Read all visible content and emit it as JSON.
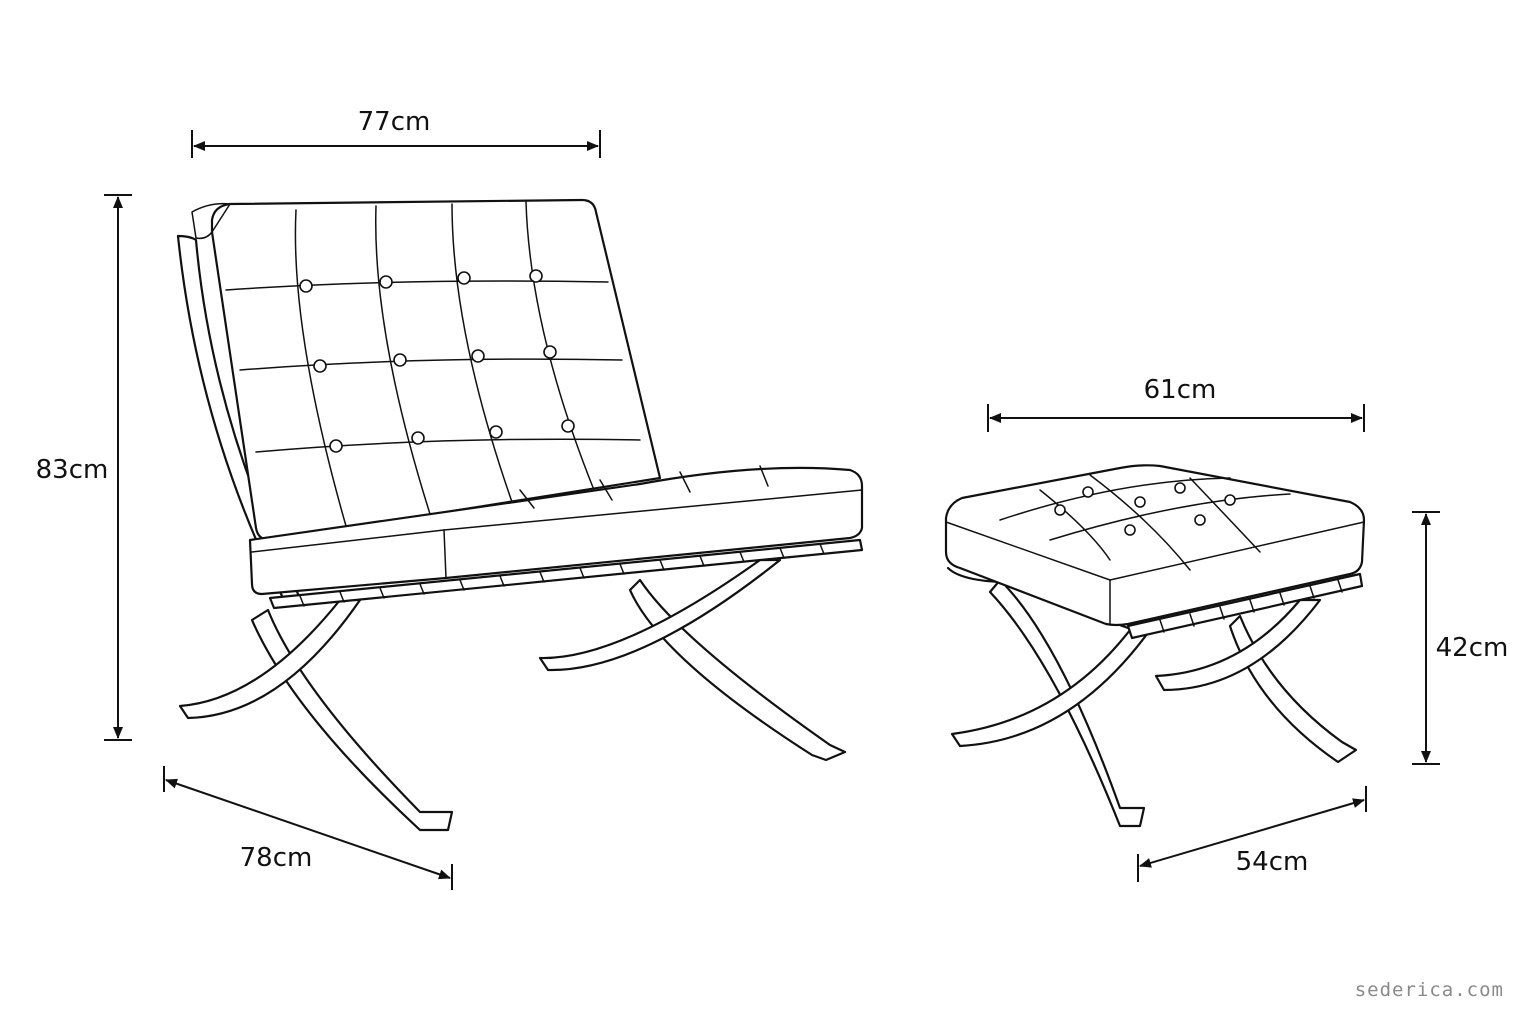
{
  "chair": {
    "width_label": "77cm",
    "height_label": "83cm",
    "depth_label": "78cm"
  },
  "ottoman": {
    "width_label": "61cm",
    "height_label": "42cm",
    "depth_label": "54cm"
  },
  "credit": "sederica.com",
  "colors": {
    "line": "#111111",
    "background": "#ffffff",
    "credit": "#8a8a8a"
  }
}
